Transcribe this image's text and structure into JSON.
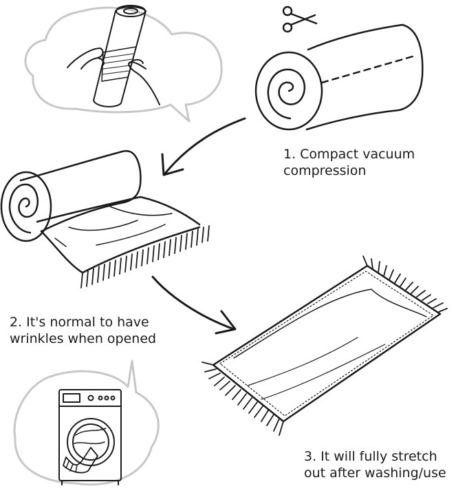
{
  "steps": [
    {
      "line1": "1. Compact vacuum",
      "line2": "compression"
    },
    {
      "line1": "2. It's normal to have",
      "line2": "wrinkles when opened"
    },
    {
      "line1": "3. It will fully stretch",
      "line2": "out after washing/use"
    }
  ],
  "colors": {
    "ink": "#1a1a1a",
    "bubble": "#c7c7c7",
    "background": "#ffffff"
  }
}
